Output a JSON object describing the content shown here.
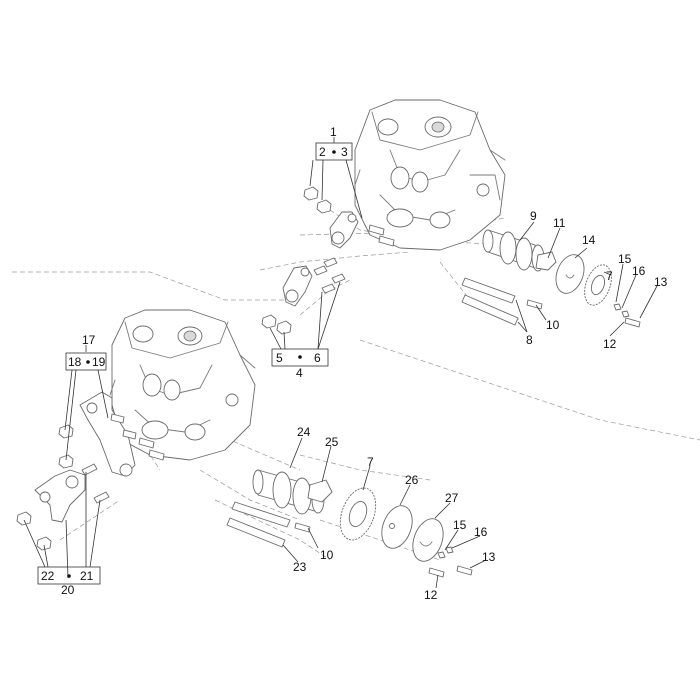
{
  "diagram": {
    "labels": [
      "1",
      "2",
      "3",
      "4",
      "5",
      "6",
      "7",
      "8",
      "9",
      "10",
      "11",
      "12",
      "13",
      "14",
      "15",
      "16",
      "17",
      "18",
      "19",
      "20",
      "21",
      "22",
      "23",
      "24",
      "25",
      "7",
      "10",
      "12",
      "13",
      "15",
      "16",
      "26",
      "27"
    ]
  }
}
